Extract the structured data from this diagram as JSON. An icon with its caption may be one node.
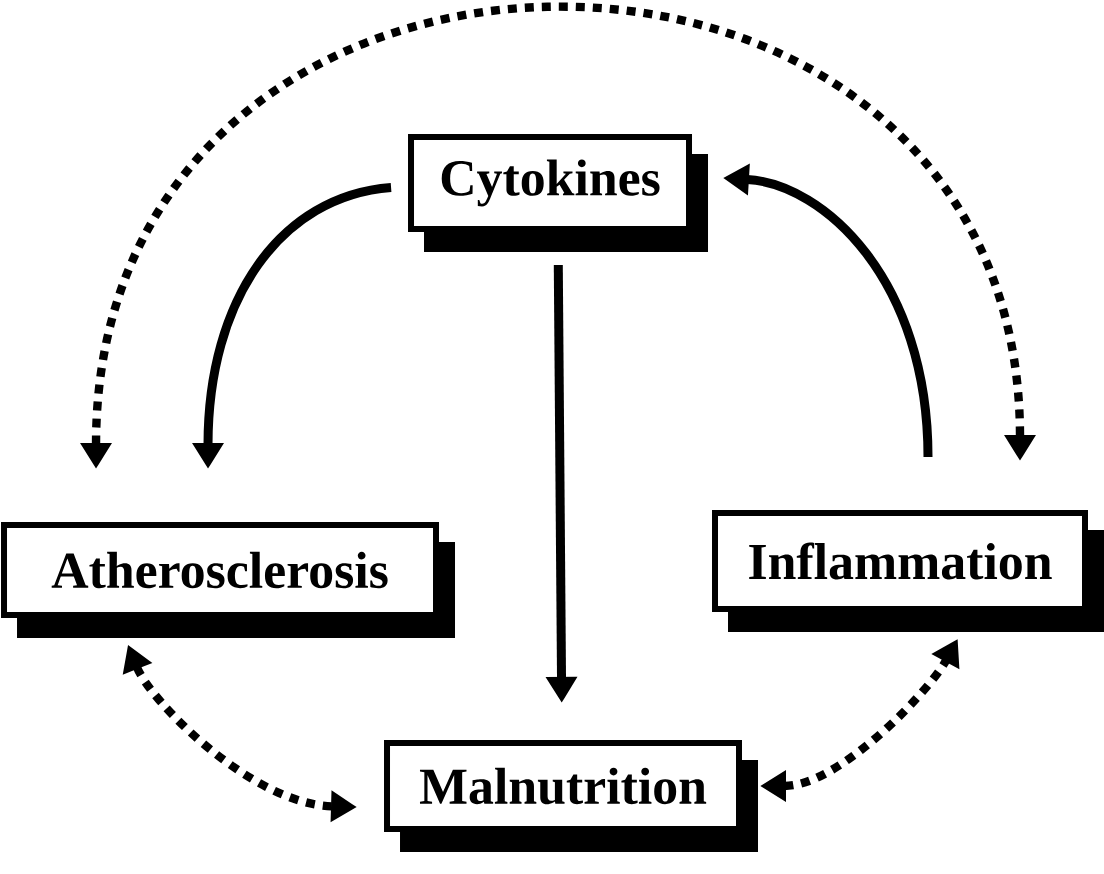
{
  "diagram": {
    "nodes": [
      {
        "text": [
          "Cytokines"
        ]
      },
      {
        "text": [
          "Atherosclerosis"
        ]
      },
      {
        "text": [
          "Inflammation"
        ]
      },
      {
        "text": [
          "Malnutrition"
        ]
      }
    ],
    "edges": [
      {
        "from": 0,
        "to": 1,
        "arrow": "to"
      },
      {
        "from": 0,
        "to": 3,
        "arrow": "to"
      },
      {
        "from": 2,
        "to": 0,
        "arrow": "to"
      },
      {
        "from": 1,
        "to": 2,
        "arrow": "both",
        "style": "dashed"
      },
      {
        "from": 1,
        "to": 3,
        "arrow": "both",
        "style": "dashed"
      },
      {
        "from": 3,
        "to": 2,
        "arrow": "both",
        "style": "dashed"
      }
    ]
  }
}
